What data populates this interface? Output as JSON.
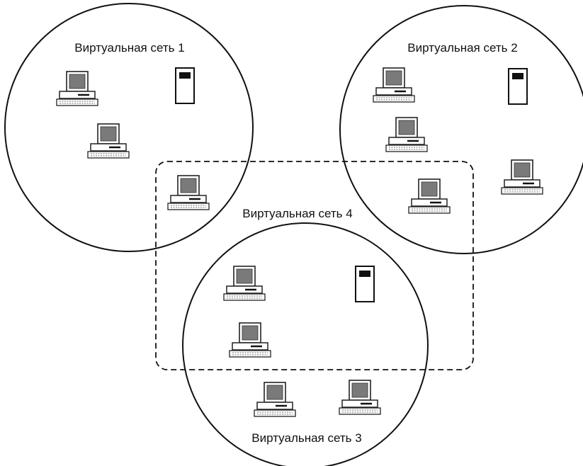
{
  "diagram": {
    "networks": [
      {
        "id": "vlan1",
        "label": "Виртуальная сеть 1"
      },
      {
        "id": "vlan2",
        "label": "Виртуальная сеть 2"
      },
      {
        "id": "vlan3",
        "label": "Виртуальная сеть 3"
      },
      {
        "id": "vlan4",
        "label": "Виртуальная сеть 4"
      }
    ],
    "devices": [
      {
        "type": "workstation-icon",
        "network": "vlan1"
      },
      {
        "type": "workstation-icon",
        "network": "vlan1"
      },
      {
        "type": "server-icon",
        "network": "vlan1"
      },
      {
        "type": "workstation-icon",
        "network": "vlan2"
      },
      {
        "type": "workstation-icon",
        "network": "vlan2"
      },
      {
        "type": "workstation-icon",
        "network": "vlan2"
      },
      {
        "type": "server-icon",
        "network": "vlan2"
      },
      {
        "type": "workstation-icon",
        "network": "vlan1+vlan4"
      },
      {
        "type": "workstation-icon",
        "network": "vlan2+vlan4"
      },
      {
        "type": "workstation-icon",
        "network": "vlan3+vlan4"
      },
      {
        "type": "workstation-icon",
        "network": "vlan3+vlan4"
      },
      {
        "type": "server-icon",
        "network": "vlan3+vlan4"
      },
      {
        "type": "workstation-icon",
        "network": "vlan3"
      },
      {
        "type": "workstation-icon",
        "network": "vlan3"
      }
    ]
  }
}
